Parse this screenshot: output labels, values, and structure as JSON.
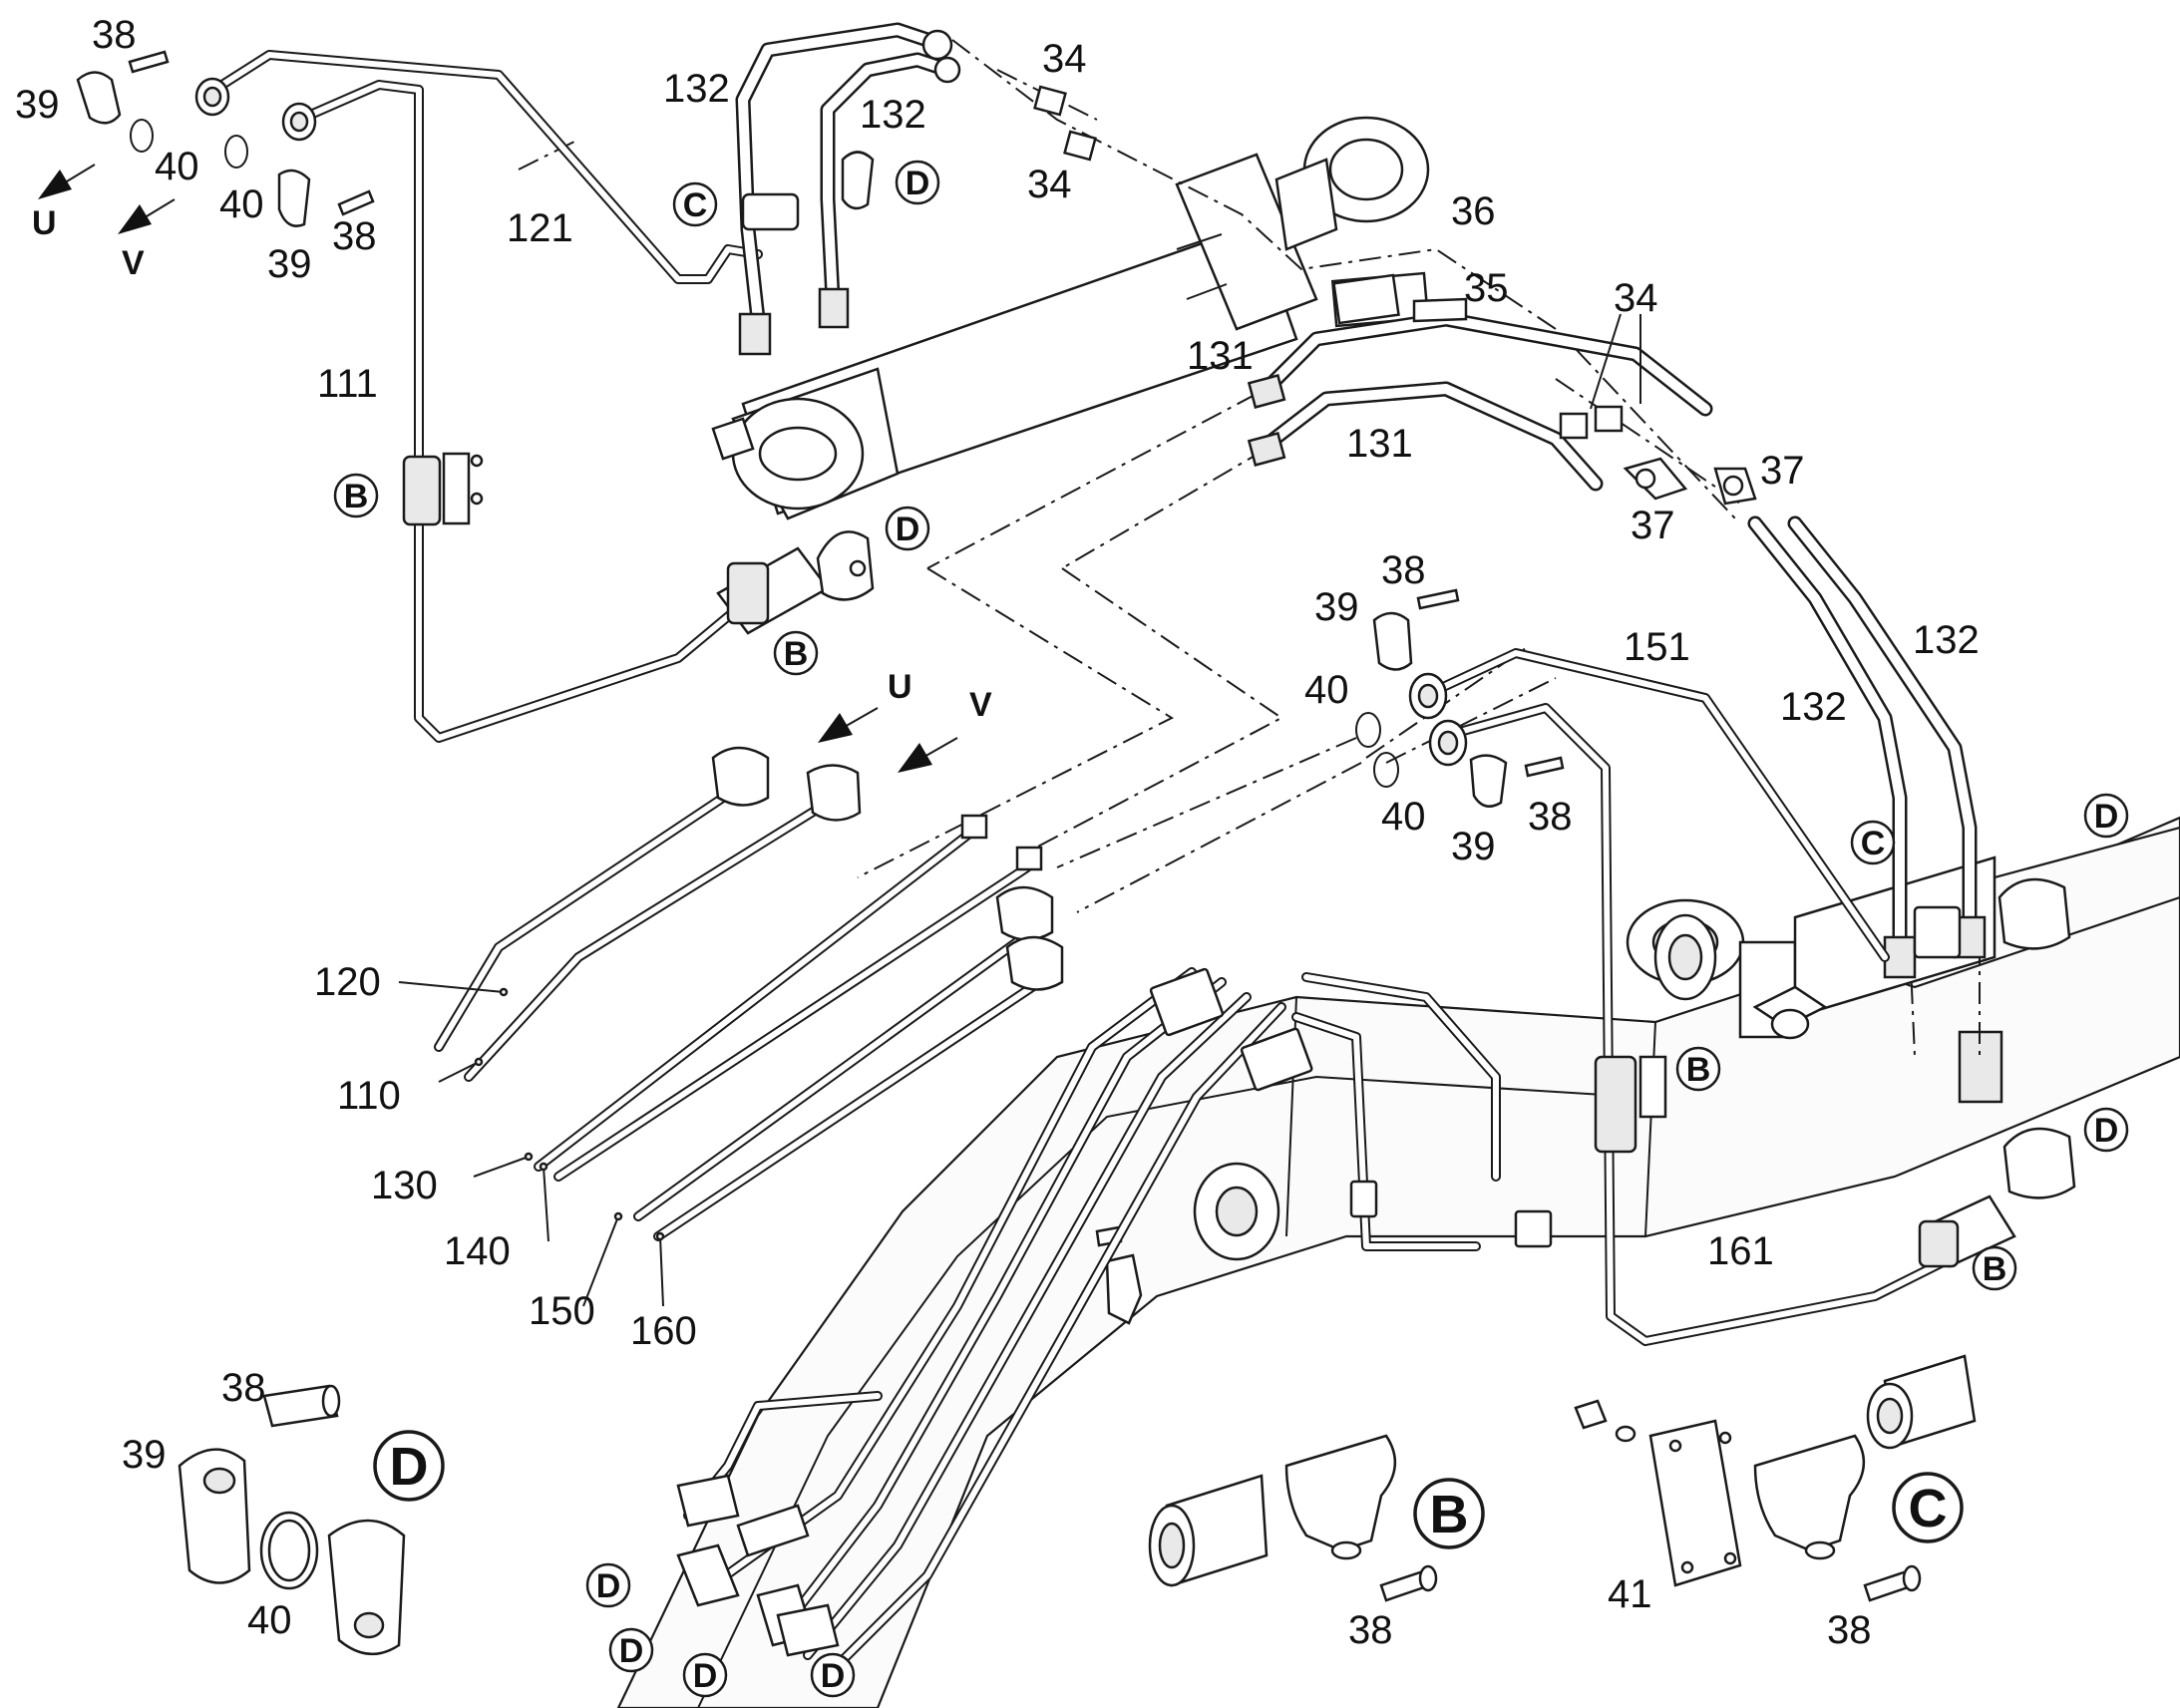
{
  "labels": {
    "l38": "38",
    "l39": "39",
    "l40": "40",
    "l34": "34",
    "l35": "35",
    "l36": "36",
    "l37": "37",
    "l41": "41",
    "l110": "110",
    "l111": "111",
    "l120": "120",
    "l121": "121",
    "l130": "130",
    "l131": "131",
    "l132": "132",
    "l140": "140",
    "l150": "150",
    "l151": "151",
    "l160": "160",
    "l161": "161"
  },
  "callouts": {
    "B": "B",
    "C": "C",
    "D": "D"
  },
  "directions": {
    "U": "U",
    "V": "V"
  }
}
